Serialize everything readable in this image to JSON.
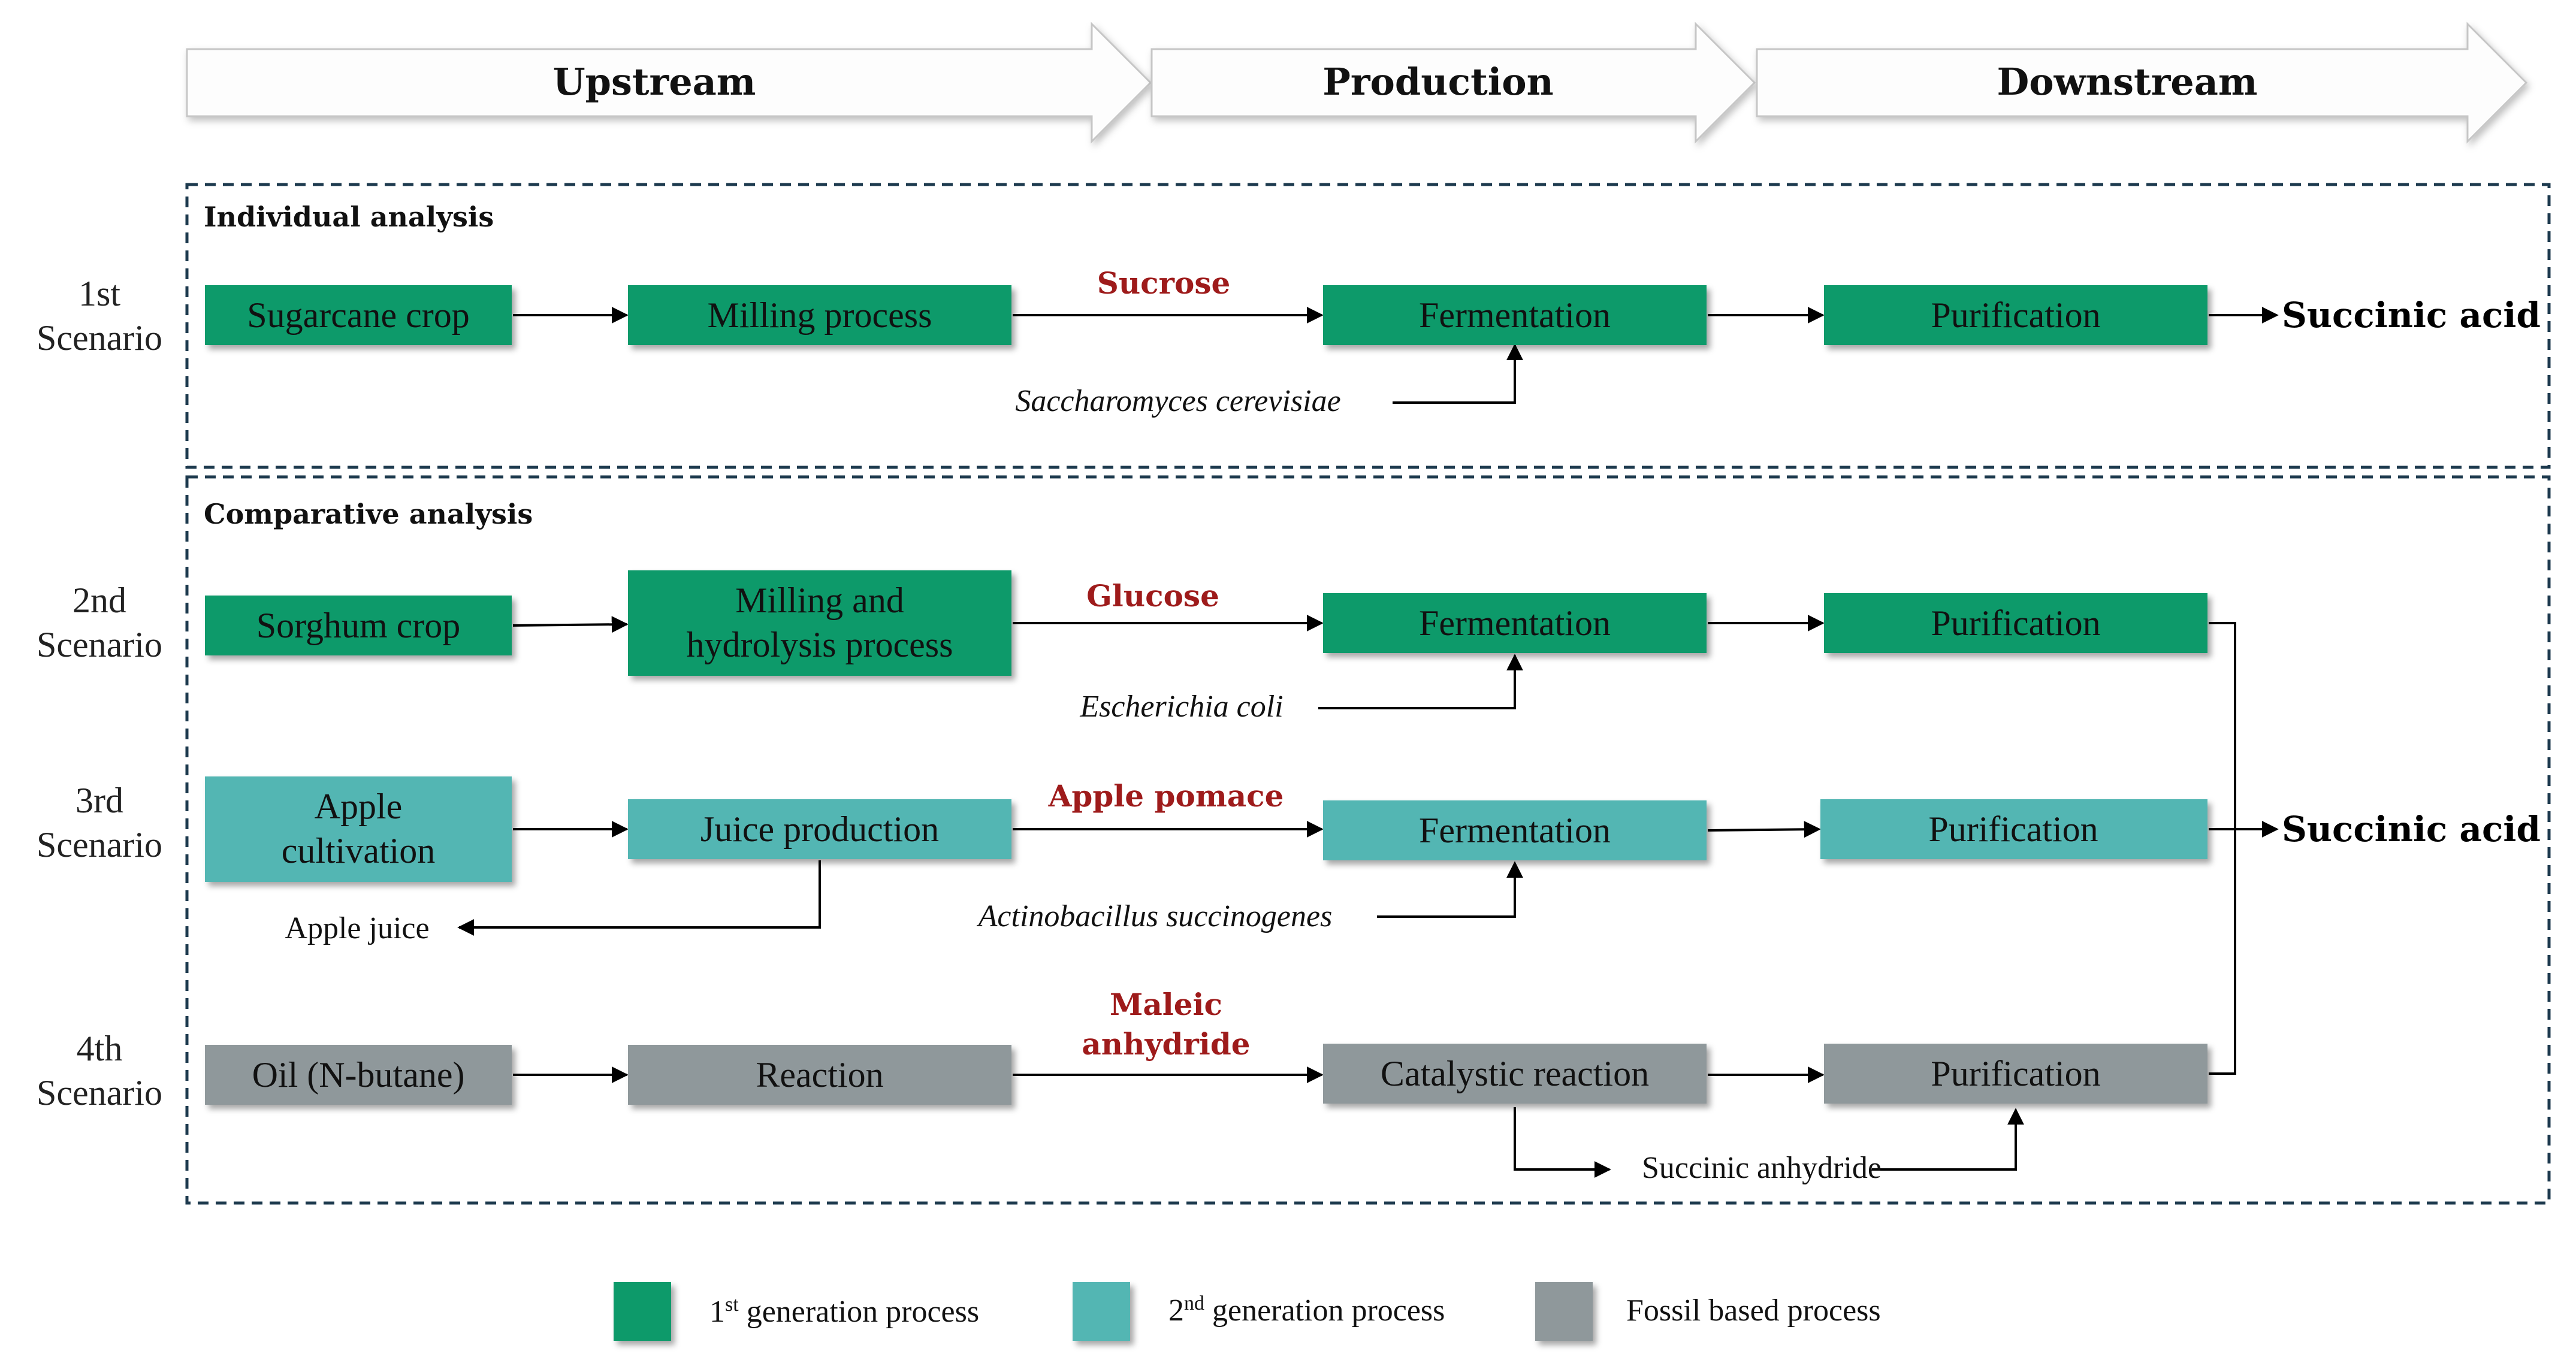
{
  "phases": [
    "Upstream",
    "Production",
    "Downstream"
  ],
  "colors": {
    "first_gen": "#0c9a6a",
    "second_gen": "#52b6b3",
    "fossil": "#8f989b",
    "intermediate_text": "#9e1b1b",
    "dashed_border": "#1d3a4e"
  },
  "sections": {
    "individual": "Individual analysis",
    "comparative": "Comparative analysis"
  },
  "scenarios": [
    {
      "num": "1st",
      "word": "Scenario"
    },
    {
      "num": "2nd",
      "word": "Scenario"
    },
    {
      "num": "3rd",
      "word": "Scenario"
    },
    {
      "num": "4th",
      "word": "Scenario"
    }
  ],
  "boxes": {
    "s1": [
      "Sugarcane crop",
      "Milling process",
      "Fermentation",
      "Purification"
    ],
    "s2": [
      "Sorghum crop",
      "Milling and\nhydrolysis process",
      "Fermentation",
      "Purification"
    ],
    "s3": [
      "Apple\ncultivation",
      "Juice production",
      "Fermentation",
      "Purification"
    ],
    "s4": [
      "Oil (N-butane)",
      "Reaction",
      "Catalystic reaction",
      "Purification"
    ]
  },
  "intermediates": {
    "s1": "Sucrose",
    "s2": "Glucose",
    "s3": "Apple pomace",
    "s4": "Maleic\nanhydride"
  },
  "organisms": {
    "s1": "Saccharomyces cerevisiae",
    "s2": "Escherichia coli",
    "s3": "Actinobacillus succinogenes"
  },
  "side_products": {
    "s3": "Apple juice",
    "s4": "Succinic anhydride"
  },
  "product": "Succinic acid",
  "legend": [
    {
      "label_base": "1",
      "label_sup": "st",
      "label_rest": " generation process",
      "color_key": "first_gen"
    },
    {
      "label_base": "2",
      "label_sup": "nd",
      "label_rest": " generation process",
      "color_key": "second_gen"
    },
    {
      "label_base": "Fossil based process",
      "label_sup": "",
      "label_rest": "",
      "color_key": "fossil"
    }
  ]
}
